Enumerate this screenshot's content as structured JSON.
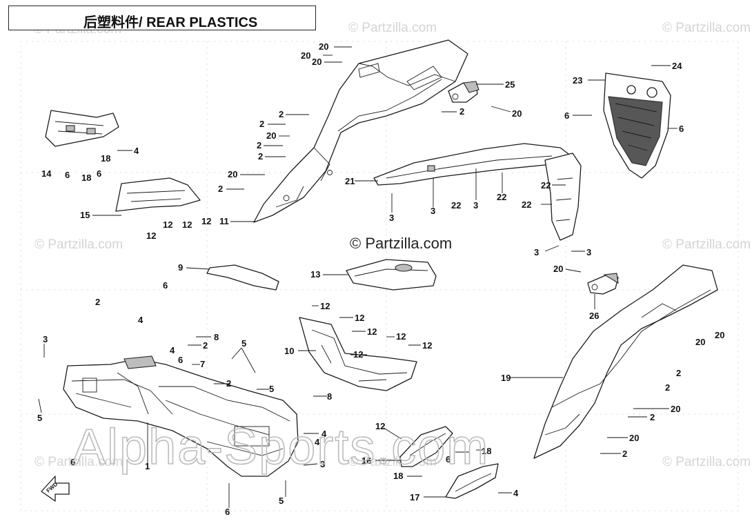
{
  "diagram": {
    "title": "后塑料件/ REAR PLASTICS",
    "watermark_small": "© Partzilla.com",
    "watermark_main": "© Partzilla.com",
    "watermark_large": "Alpha-Sports.com",
    "fwd_label": "FWD"
  },
  "callouts": [
    {
      "id": "c20a",
      "text": "20"
    },
    {
      "id": "c20b",
      "text": "20"
    },
    {
      "id": "c20c",
      "text": "20"
    },
    {
      "id": "c25",
      "text": "25"
    },
    {
      "id": "c2a",
      "text": "2"
    },
    {
      "id": "c20d",
      "text": "20"
    },
    {
      "id": "c2b",
      "text": "2"
    },
    {
      "id": "c2c",
      "text": "2"
    },
    {
      "id": "c20e",
      "text": "20"
    },
    {
      "id": "c2d",
      "text": "2"
    },
    {
      "id": "c2e",
      "text": "2"
    },
    {
      "id": "c20f",
      "text": "20"
    },
    {
      "id": "c2f",
      "text": "2"
    },
    {
      "id": "c11",
      "text": "11"
    },
    {
      "id": "c23",
      "text": "23"
    },
    {
      "id": "c24",
      "text": "24"
    },
    {
      "id": "c6a",
      "text": "6"
    },
    {
      "id": "c6b",
      "text": "6"
    },
    {
      "id": "c14",
      "text": "14"
    },
    {
      "id": "c6c",
      "text": "6"
    },
    {
      "id": "c18a",
      "text": "18"
    },
    {
      "id": "c6d",
      "text": "6"
    },
    {
      "id": "c18b",
      "text": "18"
    },
    {
      "id": "c4a",
      "text": "4"
    },
    {
      "id": "c15",
      "text": "15"
    },
    {
      "id": "c12a",
      "text": "12"
    },
    {
      "id": "c12b",
      "text": "12"
    },
    {
      "id": "c12c",
      "text": "12"
    },
    {
      "id": "c12d",
      "text": "12"
    },
    {
      "id": "c21",
      "text": "21"
    },
    {
      "id": "c3a",
      "text": "3"
    },
    {
      "id": "c3b",
      "text": "3"
    },
    {
      "id": "c22a",
      "text": "22"
    },
    {
      "id": "c3c",
      "text": "3"
    },
    {
      "id": "c22b",
      "text": "22"
    },
    {
      "id": "c22c",
      "text": "22"
    },
    {
      "id": "c22d",
      "text": "22"
    },
    {
      "id": "c3d",
      "text": "3"
    },
    {
      "id": "c3e",
      "text": "3"
    },
    {
      "id": "c9",
      "text": "9"
    },
    {
      "id": "c13",
      "text": "13"
    },
    {
      "id": "c20g",
      "text": "20"
    },
    {
      "id": "c26",
      "text": "26"
    },
    {
      "id": "c20h",
      "text": "20"
    },
    {
      "id": "c20i",
      "text": "20"
    },
    {
      "id": "c2g",
      "text": "2"
    },
    {
      "id": "c6e",
      "text": "6"
    },
    {
      "id": "c4b",
      "text": "4"
    },
    {
      "id": "c3f",
      "text": "3"
    },
    {
      "id": "c8a",
      "text": "8"
    },
    {
      "id": "c2h",
      "text": "2"
    },
    {
      "id": "c4c",
      "text": "4"
    },
    {
      "id": "c6f",
      "text": "6"
    },
    {
      "id": "c7",
      "text": "7"
    },
    {
      "id": "c5a",
      "text": "5"
    },
    {
      "id": "c2i",
      "text": "2"
    },
    {
      "id": "c5b",
      "text": "5"
    },
    {
      "id": "c8b",
      "text": "8"
    },
    {
      "id": "c5c",
      "text": "5"
    },
    {
      "id": "c6g",
      "text": "6"
    },
    {
      "id": "c1",
      "text": "1"
    },
    {
      "id": "c4d",
      "text": "4"
    },
    {
      "id": "c4e",
      "text": "4"
    },
    {
      "id": "c3g",
      "text": "3"
    },
    {
      "id": "c5d",
      "text": "5"
    },
    {
      "id": "c6h",
      "text": "6"
    },
    {
      "id": "c12e",
      "text": "12"
    },
    {
      "id": "c12f",
      "text": "12"
    },
    {
      "id": "c12g",
      "text": "12"
    },
    {
      "id": "c12h",
      "text": "12"
    },
    {
      "id": "c12i",
      "text": "12"
    },
    {
      "id": "c12j",
      "text": "12"
    },
    {
      "id": "c10",
      "text": "10"
    },
    {
      "id": "c19",
      "text": "19"
    },
    {
      "id": "c2j",
      "text": "2"
    },
    {
      "id": "c2k",
      "text": "2"
    },
    {
      "id": "c20j",
      "text": "20"
    },
    {
      "id": "c2l",
      "text": "2"
    },
    {
      "id": "c20k",
      "text": "20"
    },
    {
      "id": "c2m",
      "text": "2"
    },
    {
      "id": "c12k",
      "text": "12"
    },
    {
      "id": "c16",
      "text": "16"
    },
    {
      "id": "c6i",
      "text": "6"
    },
    {
      "id": "c18c",
      "text": "18"
    },
    {
      "id": "c18d",
      "text": "18"
    },
    {
      "id": "c17",
      "text": "17"
    },
    {
      "id": "c4f",
      "text": "4"
    }
  ]
}
